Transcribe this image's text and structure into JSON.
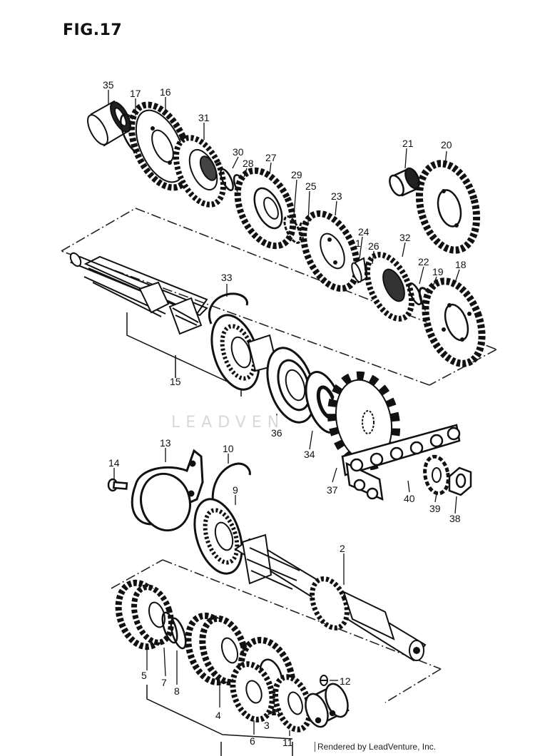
{
  "figure": {
    "title": "FIG.17",
    "watermark": "LEADVEN",
    "credit": "Rendered by LeadVenture, Inc."
  },
  "part_labels": [
    "35",
    "17",
    "16",
    "31",
    "30",
    "28",
    "27",
    "29",
    "25",
    "23",
    "24",
    "1",
    "26",
    "32",
    "22",
    "19",
    "18",
    "21",
    "20",
    "33",
    "15",
    "36",
    "34",
    "37",
    "40",
    "39",
    "38",
    "13",
    "10",
    "14",
    "9",
    "2",
    "5",
    "7",
    "8",
    "4",
    "3",
    "6",
    "11",
    "12"
  ]
}
